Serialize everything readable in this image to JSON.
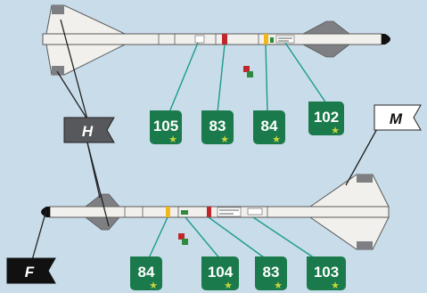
{
  "colors": {
    "background": "#c9dcea",
    "missile_body": "#f1f0ec",
    "missile_outline": "#5a5a5a",
    "fin_dark": "#7d7f83",
    "leader_line": "#1a9b8e",
    "badge_green": "#1b7a4b",
    "badge_star": "#c6d63a",
    "flag_dark": "#56585c",
    "flag_white": "#ffffff",
    "flag_black": "#111111",
    "marking_red": "#c0272d",
    "marking_yellow": "#f2b71d",
    "marking_green": "#2e8b3d"
  },
  "flags": [
    {
      "id": "H",
      "label": "H",
      "style": "dark"
    },
    {
      "id": "M",
      "label": "M",
      "style": "white"
    },
    {
      "id": "F",
      "label": "F",
      "style": "black"
    }
  ],
  "decals": {
    "top": [
      {
        "number": "105",
        "marking": "stencil-plate"
      },
      {
        "number": "83",
        "marking": "red-band"
      },
      {
        "number": "84",
        "marking": "yellow-band"
      },
      {
        "number": "102",
        "marking": "data-block"
      }
    ],
    "bottom": [
      {
        "number": "84",
        "marking": "yellow-band"
      },
      {
        "number": "104",
        "marking": "green-band"
      },
      {
        "number": "83",
        "marking": "red-band"
      },
      {
        "number": "103",
        "marking": "data-block"
      }
    ]
  }
}
